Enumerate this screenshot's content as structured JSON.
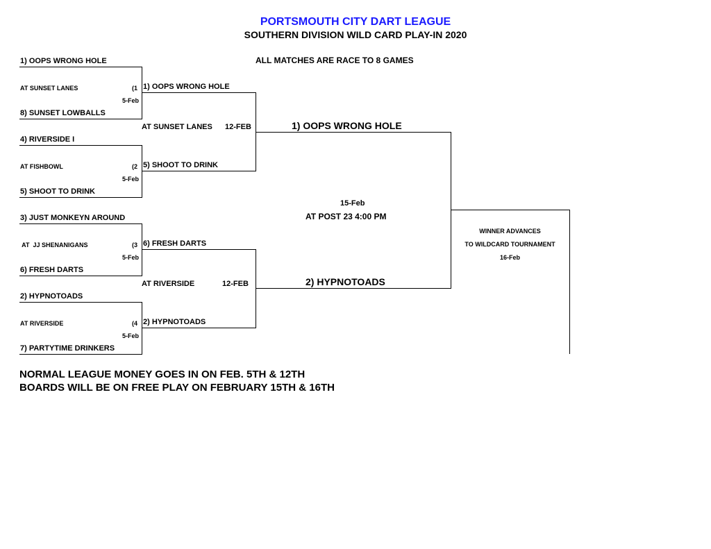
{
  "header": {
    "title": "PORTSMOUTH CITY DART LEAGUE",
    "subtitle": "SOUTHERN DIVISION WILD CARD PLAY-IN 2020",
    "rule": "ALL MATCHES ARE  RACE TO 8 GAMES"
  },
  "round1": [
    {
      "top": "1) OOPS WRONG HOLE",
      "venue": "AT SUNSET LANES",
      "game": "(1",
      "date": "5-Feb",
      "bottom": "8) SUNSET LOWBALLS"
    },
    {
      "top": "4) RIVERSIDE I",
      "venue": "AT  FISHBOWL",
      "game": "(2",
      "date": "5-Feb",
      "bottom": "5) SHOOT TO DRINK"
    },
    {
      "top": "3) JUST MONKEYN AROUND",
      "venue": " AT  JJ SHENANIGANS",
      "game": "(3",
      "date": "5-Feb",
      "bottom": "6) FRESH DARTS"
    },
    {
      "top": "2) HYPNOTOADS",
      "venue": "AT RIVERSIDE",
      "game": "(4",
      "date": "5-Feb",
      "bottom": "7) PARTYTIME DRINKERS"
    }
  ],
  "round2": [
    {
      "top": "1) OOPS WRONG HOLE",
      "venue": "AT SUNSET LANES",
      "date": "12-FEB",
      "bottom": "5) SHOOT TO DRINK"
    },
    {
      "top": "6) FRESH DARTS",
      "venue": "AT RIVERSIDE",
      "date": "12-FEB",
      "bottom": "2) HYPNOTOADS"
    }
  ],
  "final": {
    "top": "1) OOPS WRONG HOLE",
    "date": "15-Feb",
    "venue": "AT POST 23 4:00 PM",
    "bottom": "2) HYPNOTOADS"
  },
  "winner": {
    "line1": "WINNER ADVANCES",
    "line2": "TO WILDCARD TOURNAMENT",
    "date": "16-Feb"
  },
  "footer": {
    "line1": "NORMAL LEAGUE MONEY GOES IN ON FEB. 5TH & 12TH",
    "line2": "BOARDS WILL BE ON FREE PLAY ON FEBRUARY 15TH & 16TH"
  }
}
